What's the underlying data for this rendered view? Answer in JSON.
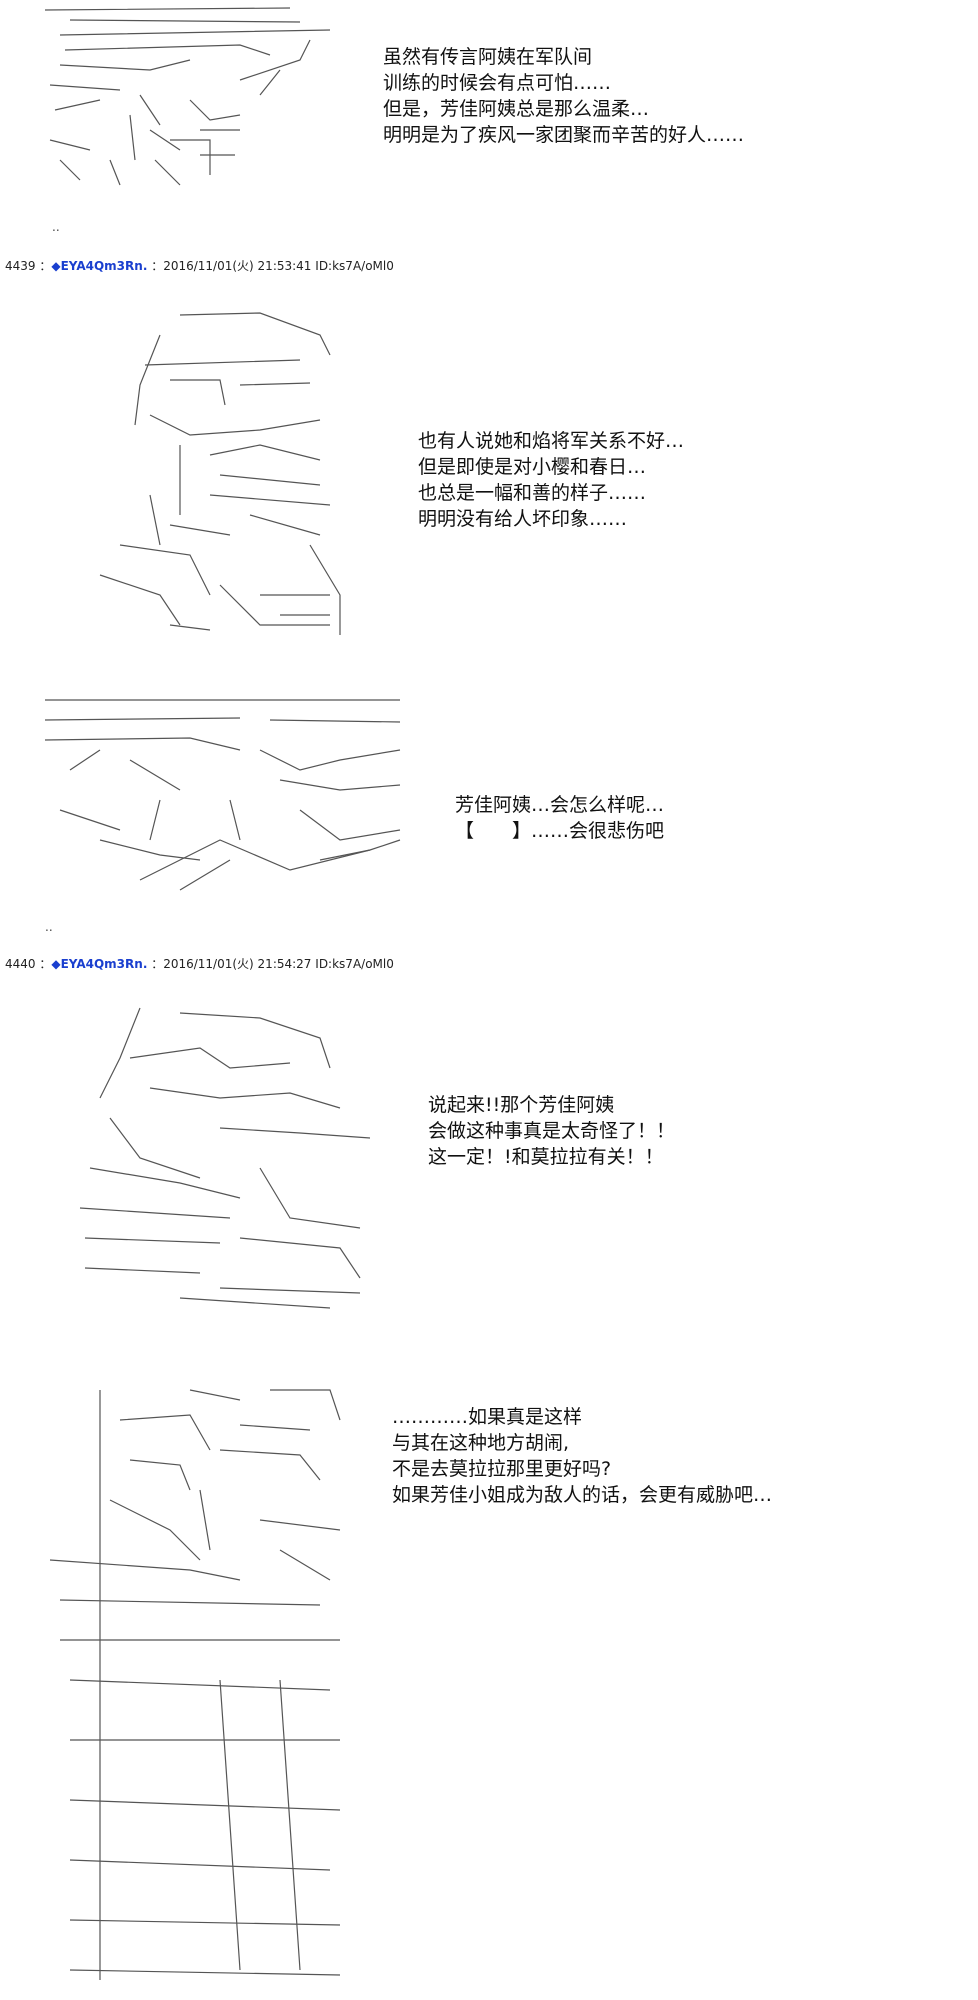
{
  "posts": [
    {
      "number": "4439",
      "trip": "◆EYA4Qm3Rn.",
      "timestamp": "2016/11/01(火) 21:53:41",
      "id": "ID:ks7A/oMl0"
    },
    {
      "number": "4440",
      "trip": "◆EYA4Qm3Rn.",
      "timestamp": "2016/11/01(火) 21:54:27",
      "id": "ID:ks7A/oMl0"
    }
  ],
  "separators": [
    ".."
  ],
  "panels": [
    {
      "lines": [
        "虽然有传言阿姨在军队间",
        "训练的时候会有点可怕……",
        "但是，芳佳阿姨总是那么温柔…",
        "明明是为了疾风一家团聚而辛苦的好人……"
      ]
    },
    {
      "lines": [
        "也有人说她和焰将军关系不好…",
        "但是即使是对小樱和春日…",
        "也总是一幅和善的样子……",
        "明明没有给人坏印象……"
      ]
    },
    {
      "lines": [
        "芳佳阿姨…会怎么样呢…",
        "【　　】……会很悲伤吧"
      ]
    },
    {
      "lines": [
        "说起来!!那个芳佳阿姨",
        "会做这种事真是太奇怪了！！",
        "这一定！!和莫拉拉有关！！"
      ]
    },
    {
      "lines": [
        "…………如果真是这样",
        "与其在这种地方胡闹,",
        "不是去莫拉拉那里更好吗?",
        "如果芳佳小姐成为敌人的话，会更有威胁吧…"
      ]
    }
  ],
  "colors": {
    "text": "#111111",
    "trip": "#1a3fcf",
    "art": "#555555"
  }
}
